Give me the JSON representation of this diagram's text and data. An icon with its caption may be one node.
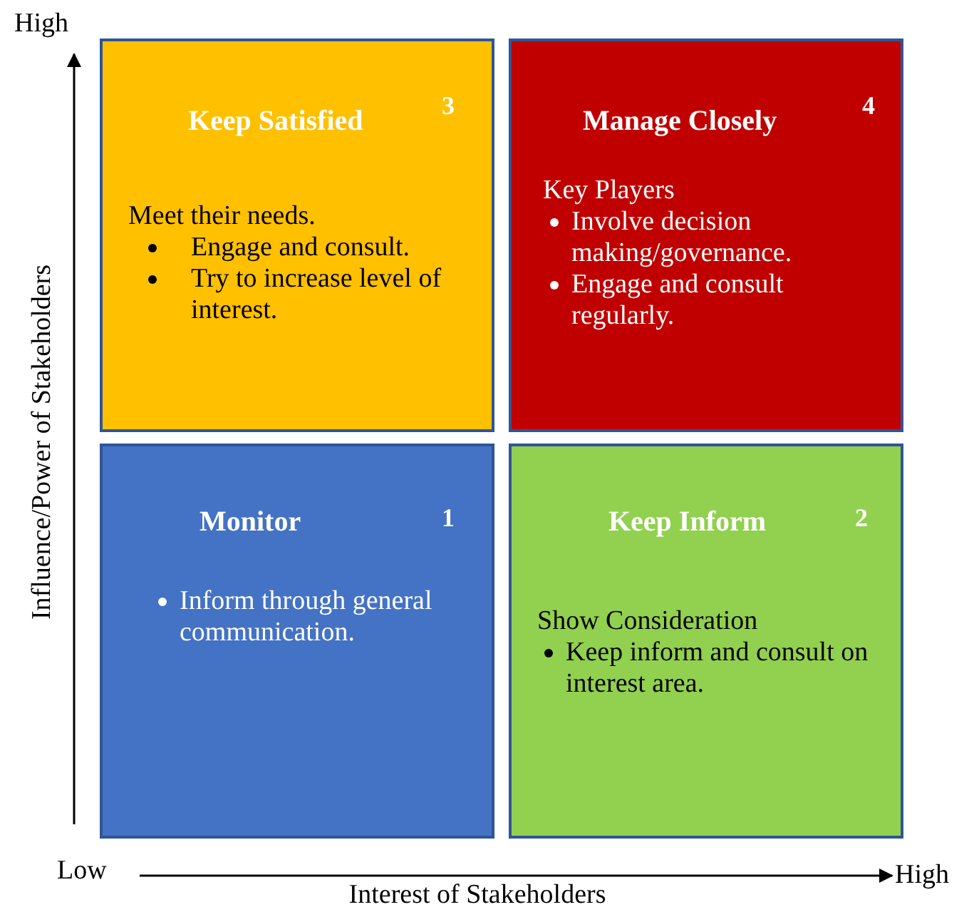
{
  "diagram": {
    "nodes": [
      {
        "text": [
          "Keep Satisfied",
          "3",
          "Meet their needs.",
          "Engage and consult.",
          "Try to increase level of interest."
        ]
      },
      {
        "text": [
          "Manage Closely",
          "4",
          "Key Players",
          "Involve decision making/governance.",
          "Engage and consult regularly."
        ]
      },
      {
        "text": [
          "Monitor",
          "1",
          "Inform through general communication."
        ]
      },
      {
        "text": [
          "Keep Inform",
          "2",
          "Show Consideration",
          "Keep inform and consult on interest area."
        ]
      }
    ],
    "labels": [
      "High",
      "Influence/Power of Stakeholders",
      "Low",
      "High",
      "Interest of Stakeholders"
    ]
  }
}
